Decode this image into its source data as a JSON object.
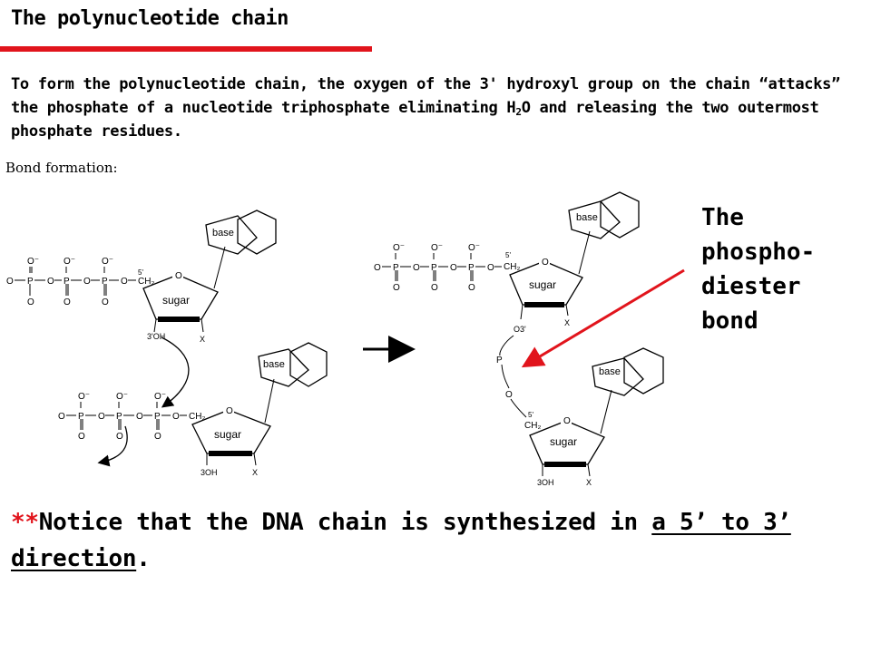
{
  "title": "The polynucleotide chain",
  "colors": {
    "accent": "#e1141c",
    "text": "#000000"
  },
  "paragraph": {
    "before_sub": "To form the polynucleotide chain, the oxygen of the 3' hydroxyl group on the chain “attacks” the phosphate of a nucleotide triphosphate eliminating H",
    "sub": "2",
    "after_sub": "O and releasing the two outermost phosphate residues."
  },
  "bond_formation_label": "Bond formation:",
  "diagram": {
    "base": "base",
    "sugar": "sugar",
    "phosphorus": "P",
    "oxygen": "O",
    "o_minus": "O⁻",
    "ch2": "CH₂",
    "five_prime": "5'",
    "three_prime_oh": "3'OH",
    "three_oh": "3OH",
    "o_three_prime": "O3'",
    "x": "X"
  },
  "callout_lines": [
    "The",
    "phospho-",
    "diester",
    "bond"
  ],
  "notice": {
    "stars": "**",
    "text_start": "Notice that the DNA chain is synthesized in ",
    "underlined": "a 5’ to 3’",
    "space": " ",
    "underlined2": "direction",
    "period": "."
  }
}
